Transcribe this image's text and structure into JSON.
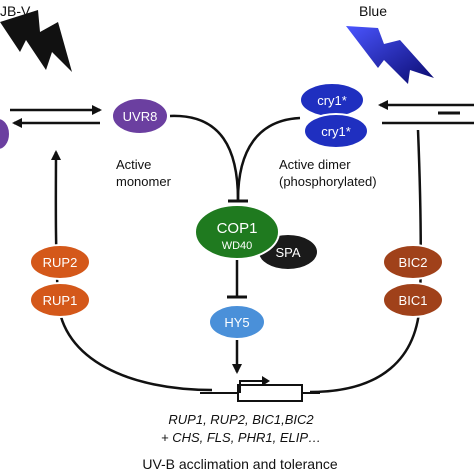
{
  "light_sources": {
    "uvb": {
      "label": "UV-B",
      "visible_label": "JB-V",
      "color": "#111111"
    },
    "blue": {
      "label": "Blue",
      "color": "#1a1aa8"
    }
  },
  "nodes": {
    "uvr8_dimer": {
      "label": "",
      "color": "#6b3fa0"
    },
    "uvr8": {
      "label": "UVR8",
      "color": "#6b3fa0"
    },
    "cry1_top": {
      "label": "cry1*",
      "color": "#1f2fc0"
    },
    "cry1_bottom": {
      "label": "cry1*",
      "color": "#1f2fc0"
    },
    "cop1": {
      "label": "COP1",
      "sublabel": "WD40",
      "color": "#1f7a1f"
    },
    "spa": {
      "label": "SPA",
      "color": "#1a1a1a"
    },
    "hy5": {
      "label": "HY5",
      "color": "#4a90d9"
    },
    "rup2": {
      "label": "RUP2",
      "color": "#d4581a"
    },
    "rup1": {
      "label": "RUP1",
      "color": "#d4581a"
    },
    "bic2": {
      "label": "BIC2",
      "color": "#a0411a"
    },
    "bic1": {
      "label": "BIC1",
      "color": "#a0411a"
    }
  },
  "annotations": {
    "active_monomer_line1": "Active",
    "active_monomer_line2": "monomer",
    "active_dimer_line1": "Active dimer",
    "active_dimer_line2": "(phosphorylated)"
  },
  "genes": {
    "line1": "RUP1, RUP2, BIC1,BIC2",
    "line2": "+ CHS, FLS, PHR1, ELIP…"
  },
  "footer": {
    "text": "UV-B acclimation and tolerance"
  }
}
